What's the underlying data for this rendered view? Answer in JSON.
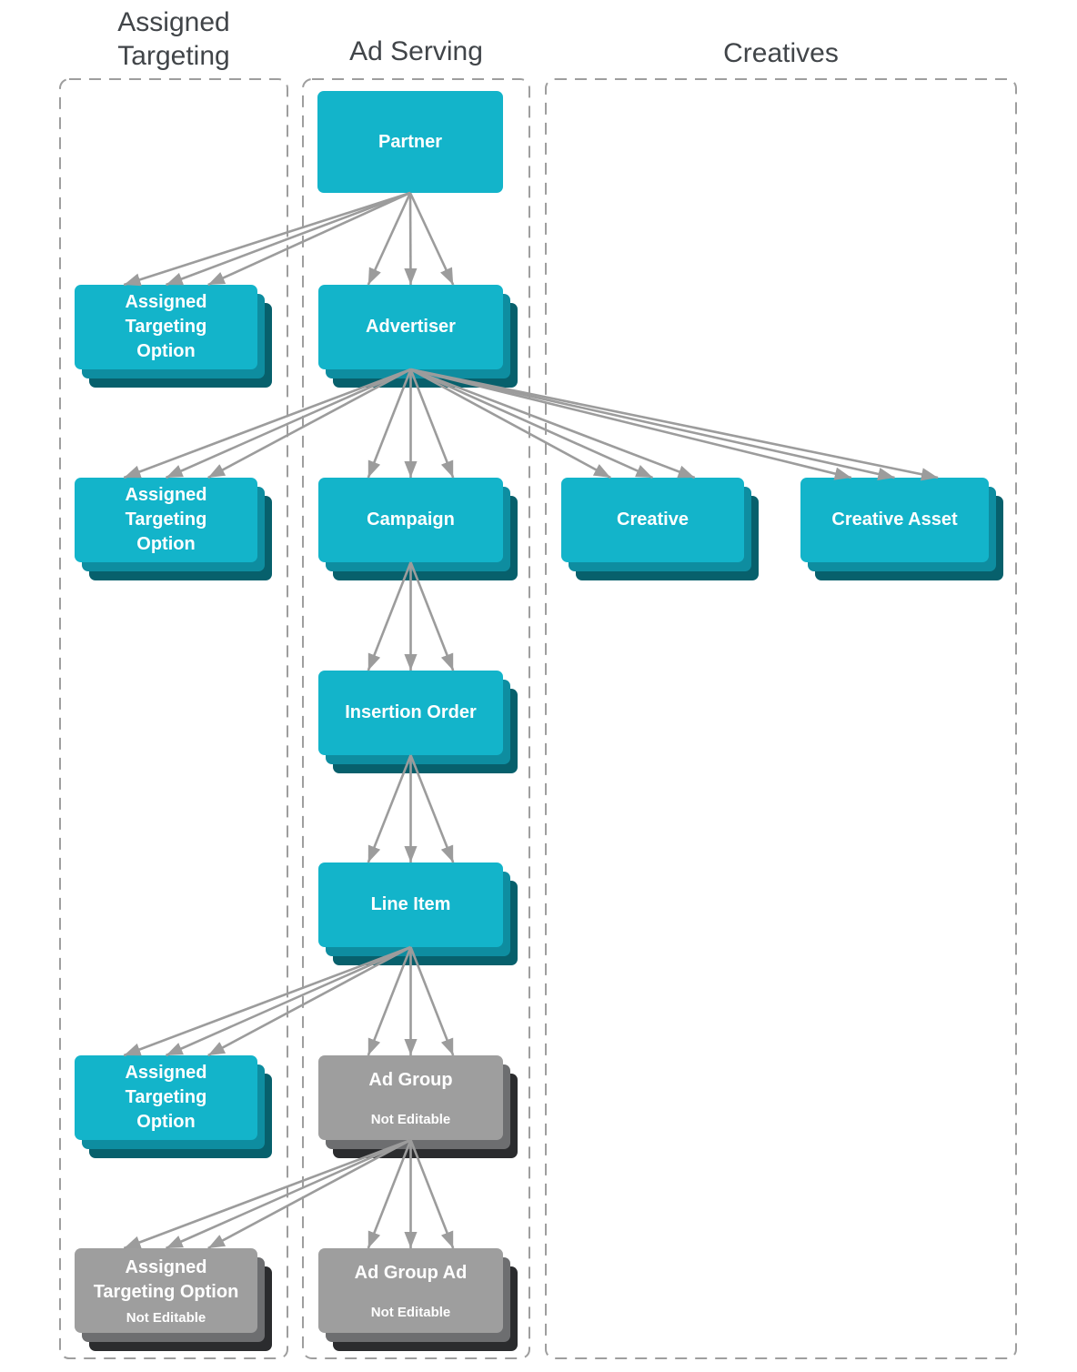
{
  "columns": [
    {
      "id": "assigned-targeting",
      "title_lines": [
        "Assigned",
        "Targeting"
      ]
    },
    {
      "id": "ad-serving",
      "title_lines": [
        "Ad Serving"
      ]
    },
    {
      "id": "creatives",
      "title_lines": [
        "Creatives"
      ]
    }
  ],
  "nodes": [
    {
      "id": "partner",
      "column": "ad-serving",
      "lines": [
        "Partner"
      ],
      "sublabel": "",
      "type": "editable",
      "stacked": false
    },
    {
      "id": "ato-partner",
      "column": "assigned-targeting",
      "lines": [
        "Assigned",
        "Targeting",
        "Option"
      ],
      "sublabel": "",
      "type": "editable",
      "stacked": true
    },
    {
      "id": "advertiser",
      "column": "ad-serving",
      "lines": [
        "Advertiser"
      ],
      "sublabel": "",
      "type": "editable",
      "stacked": true
    },
    {
      "id": "ato-advertiser",
      "column": "assigned-targeting",
      "lines": [
        "Assigned",
        "Targeting",
        "Option"
      ],
      "sublabel": "",
      "type": "editable",
      "stacked": true
    },
    {
      "id": "campaign",
      "column": "ad-serving",
      "lines": [
        "Campaign"
      ],
      "sublabel": "",
      "type": "editable",
      "stacked": true
    },
    {
      "id": "creative",
      "column": "creatives",
      "lines": [
        "Creative"
      ],
      "sublabel": "",
      "type": "editable",
      "stacked": true
    },
    {
      "id": "creative-asset",
      "column": "creatives",
      "lines": [
        "Creative Asset"
      ],
      "sublabel": "",
      "type": "editable",
      "stacked": true
    },
    {
      "id": "insertion-order",
      "column": "ad-serving",
      "lines": [
        "Insertion Order"
      ],
      "sublabel": "",
      "type": "editable",
      "stacked": true
    },
    {
      "id": "line-item",
      "column": "ad-serving",
      "lines": [
        "Line Item"
      ],
      "sublabel": "",
      "type": "editable",
      "stacked": true
    },
    {
      "id": "ato-line-item",
      "column": "assigned-targeting",
      "lines": [
        "Assigned",
        "Targeting",
        "Option"
      ],
      "sublabel": "",
      "type": "editable",
      "stacked": true
    },
    {
      "id": "ad-group",
      "column": "ad-serving",
      "lines": [
        "Ad Group"
      ],
      "sublabel": "Not Editable",
      "type": "not_editable",
      "stacked": true
    },
    {
      "id": "ato-ad-group",
      "column": "assigned-targeting",
      "lines": [
        "Assigned",
        "Targeting Option"
      ],
      "sublabel": "Not Editable",
      "type": "not_editable",
      "stacked": true
    },
    {
      "id": "ad-group-ad",
      "column": "ad-serving",
      "lines": [
        "Ad Group Ad"
      ],
      "sublabel": "Not Editable",
      "type": "not_editable",
      "stacked": true
    }
  ],
  "edges": [
    {
      "from": "partner",
      "to": "ato-partner"
    },
    {
      "from": "partner",
      "to": "advertiser"
    },
    {
      "from": "advertiser",
      "to": "ato-advertiser"
    },
    {
      "from": "advertiser",
      "to": "campaign"
    },
    {
      "from": "advertiser",
      "to": "creative"
    },
    {
      "from": "advertiser",
      "to": "creative-asset"
    },
    {
      "from": "campaign",
      "to": "insertion-order"
    },
    {
      "from": "insertion-order",
      "to": "line-item"
    },
    {
      "from": "line-item",
      "to": "ato-line-item"
    },
    {
      "from": "line-item",
      "to": "ad-group"
    },
    {
      "from": "ad-group",
      "to": "ato-ad-group"
    },
    {
      "from": "ad-group",
      "to": "ad-group-ad"
    }
  ],
  "colors": {
    "editable_fill": "#13b4ca",
    "editable_stack_mid": "#0e8da0",
    "editable_stack_dark": "#07606c",
    "not_editable_fill": "#9e9e9e",
    "not_editable_stack_mid": "#6d6e70",
    "not_editable_stack_dark": "#2b2c2e",
    "arrow": "#9c9c9c",
    "column_border": "#9e9e9e",
    "header_text": "#414549",
    "node_text": "#ffffff",
    "background": "#ffffff"
  }
}
